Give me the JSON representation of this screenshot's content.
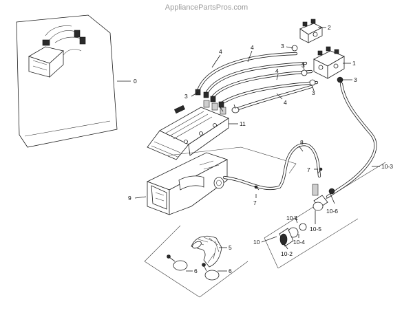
{
  "watermark": "AppliancePartsPros.com",
  "callouts": {
    "c0": "0",
    "c1": "1",
    "c2": "2",
    "c3a": "3",
    "c3b": "3",
    "c3c": "3",
    "c3d": "3",
    "c3e": "3",
    "c4a": "4",
    "c4b": "4",
    "c4c": "4",
    "c4d": "4",
    "c5": "5",
    "c6a": "6",
    "c6b": "6",
    "c7a": "7",
    "c7b": "7",
    "c8": "8",
    "c9": "9",
    "c10": "10",
    "c10_1": "10-1",
    "c10_2": "10-2",
    "c10_3": "10-3",
    "c10_4": "10-4",
    "c10_5": "10-5",
    "c10_6": "10-6",
    "c11": "11"
  }
}
